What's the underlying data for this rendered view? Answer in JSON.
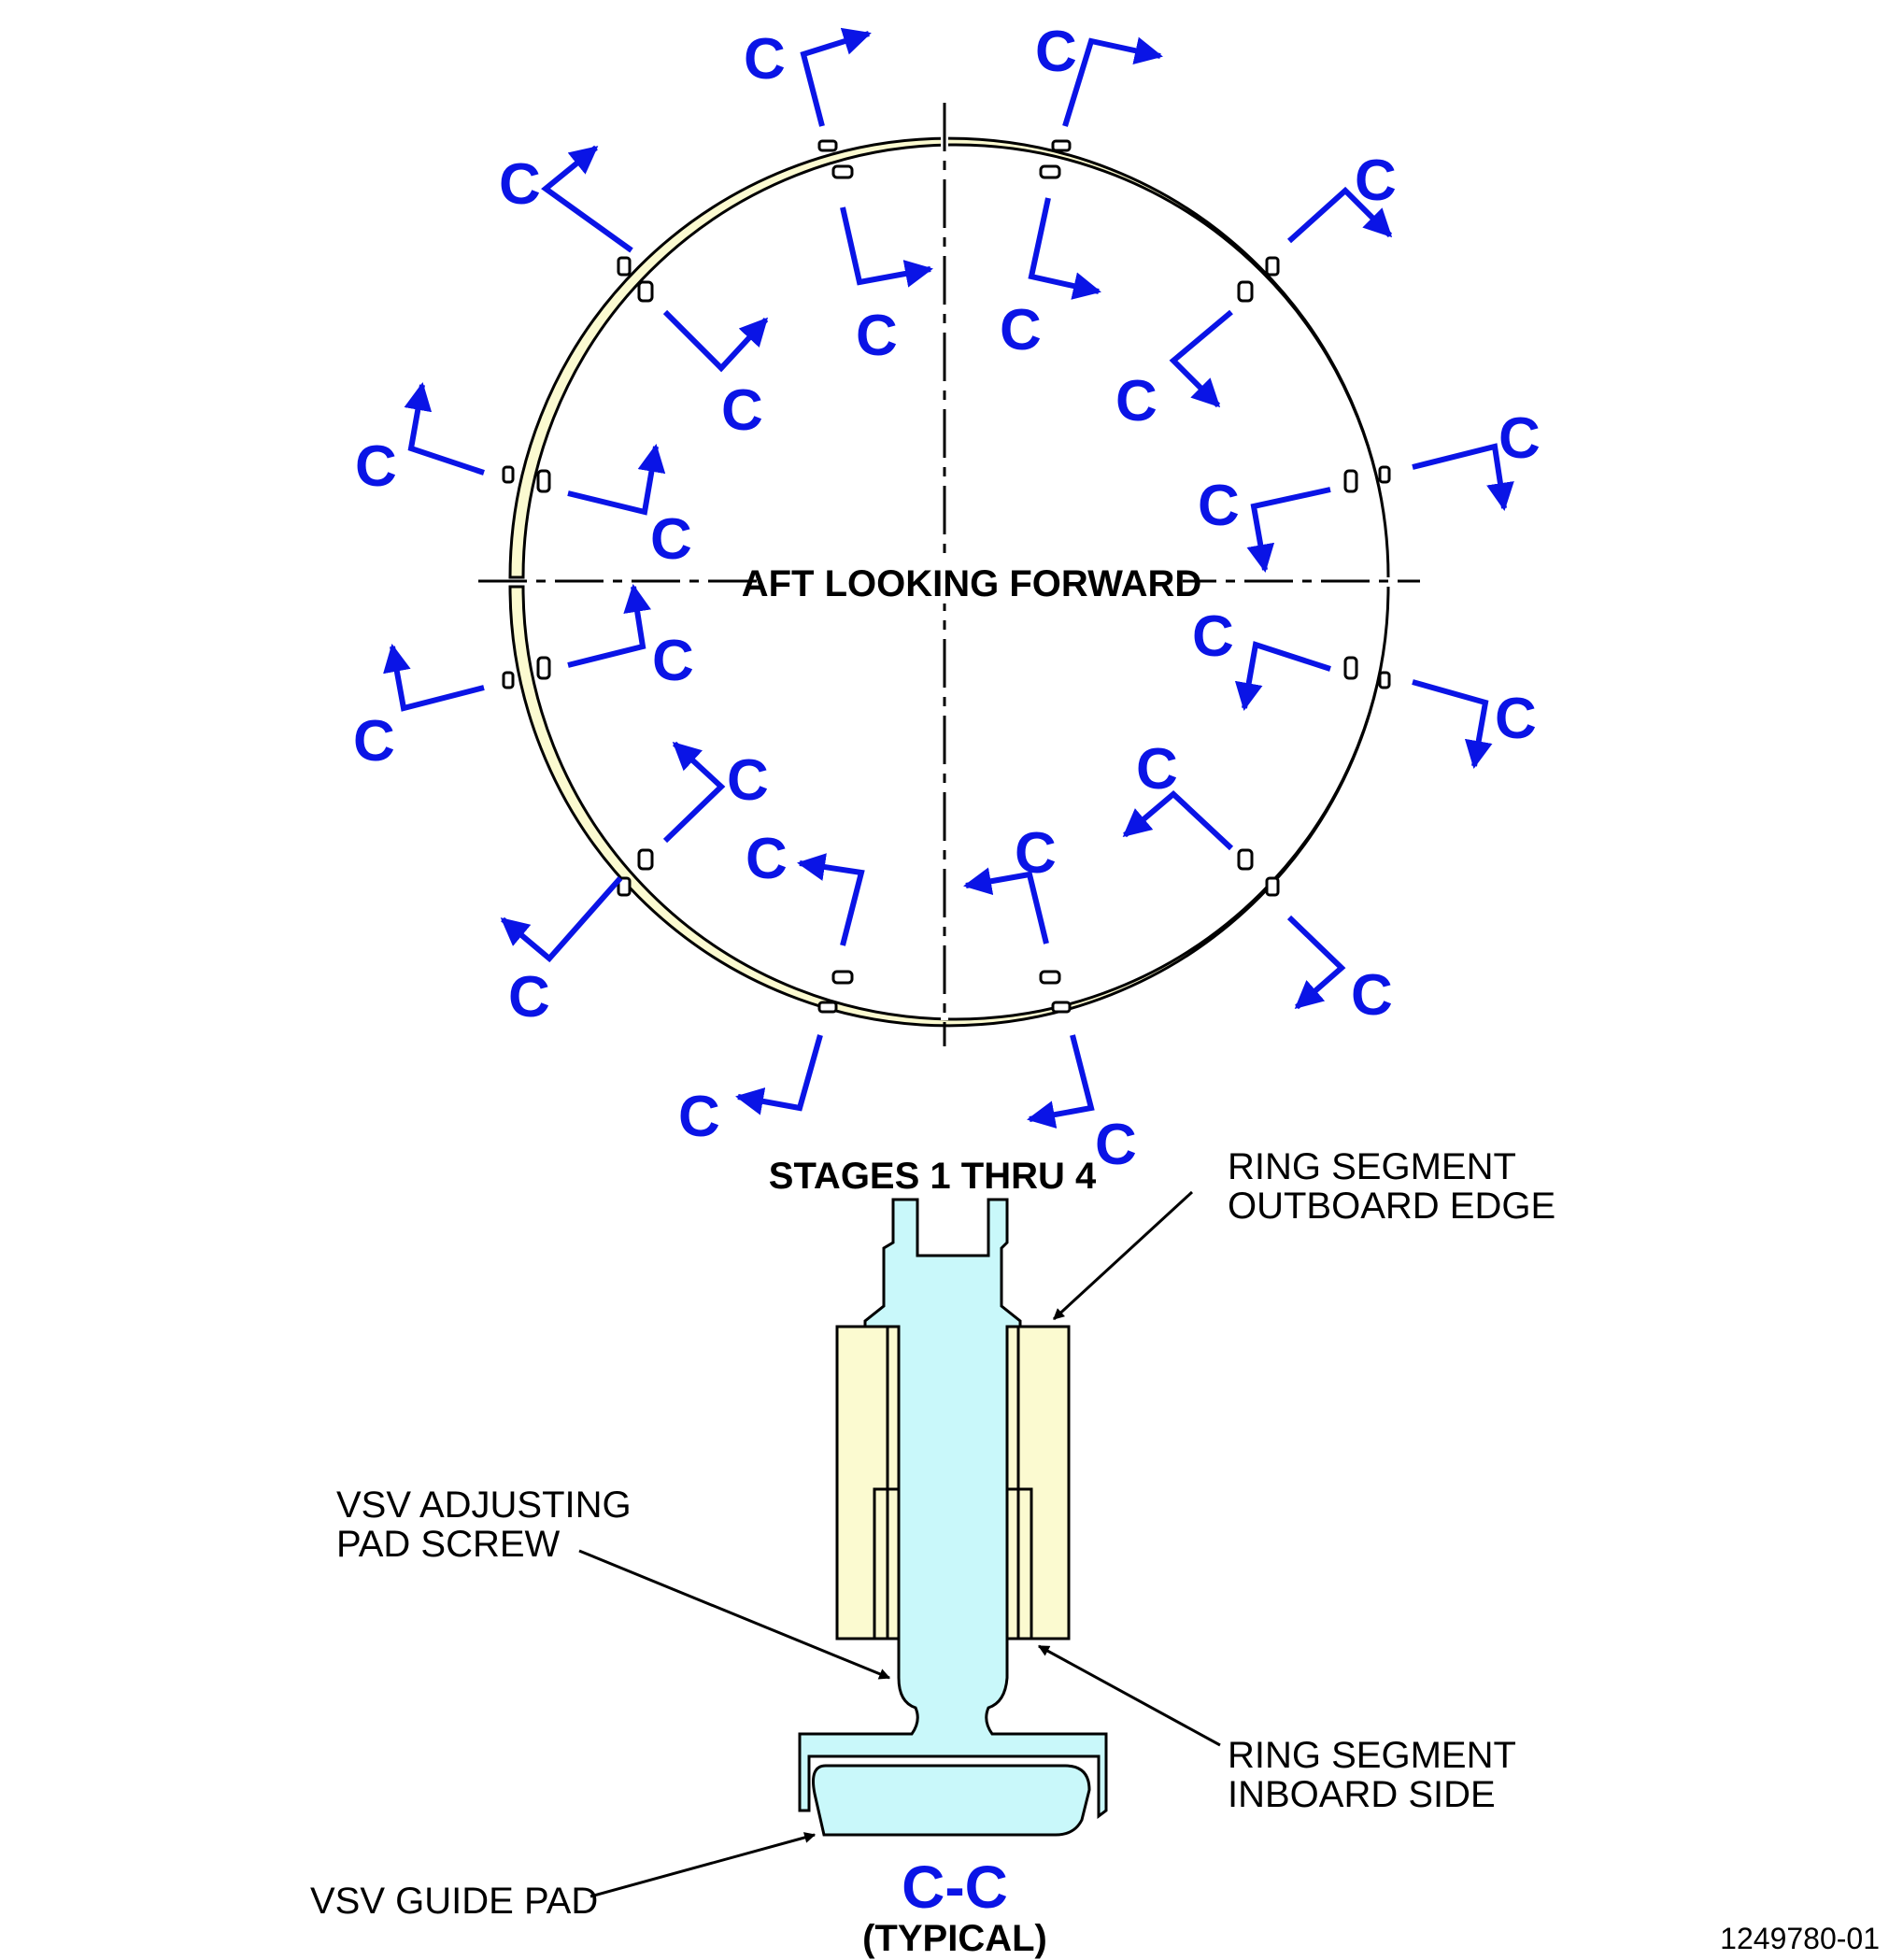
{
  "view": {
    "caption": "AFT LOOKING FORWARD",
    "stage_label": "STAGES 1 THRU 4"
  },
  "section_letter": "C",
  "section": {
    "title": "C-C",
    "subtitle": "(TYPICAL)"
  },
  "callouts": {
    "outboard_edge": [
      "RING SEGMENT",
      "OUTBOARD EDGE"
    ],
    "adjusting_screw": [
      "VSV ADJUSTING",
      "PAD SCREW"
    ],
    "inboard_side": [
      "RING SEGMENT",
      "INBOARD SIDE"
    ],
    "guide_pad": "VSV GUIDE PAD"
  },
  "figure_number": "1249780-01",
  "colors": {
    "section_marker": "#0a14e6",
    "ring_fill": "#fbfad0",
    "pad_fill": "#c9f8fa",
    "line": "#000000"
  }
}
